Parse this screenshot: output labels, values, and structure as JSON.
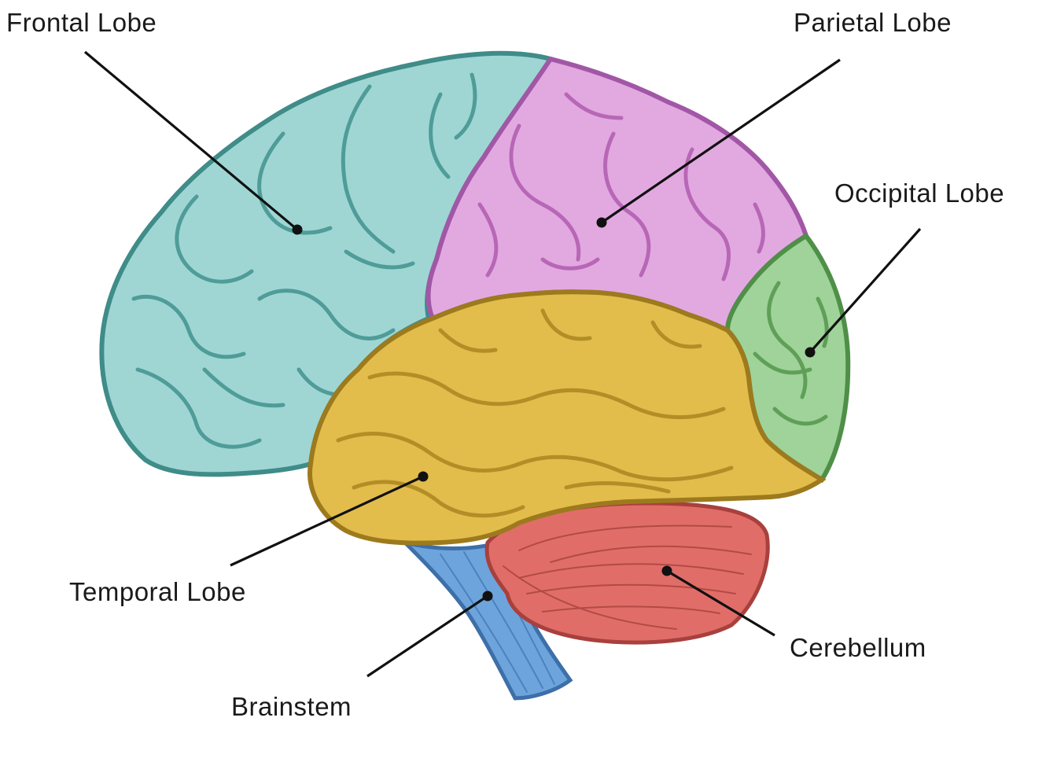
{
  "labels": {
    "frontal": "Frontal Lobe",
    "parietal": "Parietal Lobe",
    "occipital": "Occipital Lobe",
    "temporal": "Temporal Lobe",
    "brainstem": "Brainstem",
    "cerebellum": "Cerebellum"
  },
  "colors": {
    "frontal_fill": "#9fd6d4",
    "frontal_stroke": "#3f8c89",
    "parietal_fill": "#e2a9e1",
    "parietal_stroke": "#a257a6",
    "occipital_fill": "#9fd39a",
    "occipital_stroke": "#4f8f48",
    "temporal_fill": "#e2bd4c",
    "temporal_stroke": "#9d7a1d",
    "cerebellum_fill": "#e06d68",
    "cerebellum_stroke": "#a8403d",
    "brainstem_fill": "#6ea4dc",
    "brainstem_stroke": "#3d6fa8",
    "leader_line": "#111111"
  }
}
